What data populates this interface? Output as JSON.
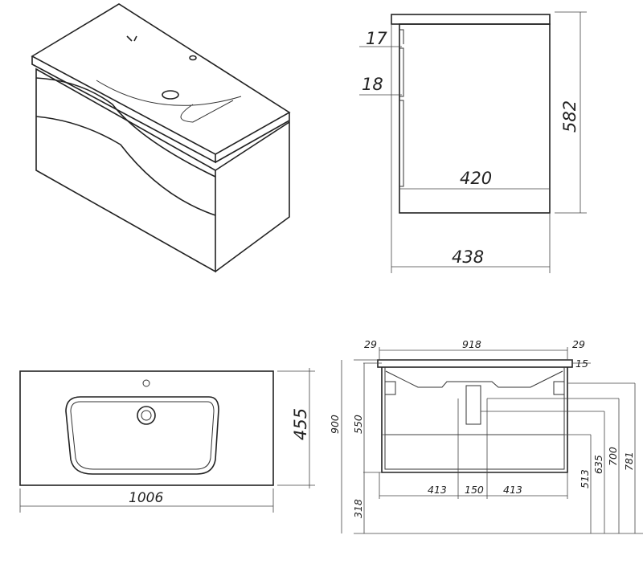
{
  "side_view": {
    "dims": {
      "top_thickness": "17",
      "drawer_gap": "18",
      "height": "582",
      "inner_depth": "420",
      "depth": "438"
    }
  },
  "top_view": {
    "dims": {
      "depth": "455",
      "width": "1006"
    }
  },
  "front_view": {
    "dims": {
      "left_overhang": "29",
      "inner_width": "918",
      "right_overhang": "29",
      "top_thickness": "15",
      "total_height": "900",
      "cabinet_height": "550",
      "floor_clearance": "318",
      "left_offset": "413",
      "drain_spacing": "150",
      "right_offset": "413",
      "h_513": "513",
      "h_635": "635",
      "h_700": "700",
      "h_781": "781"
    }
  }
}
